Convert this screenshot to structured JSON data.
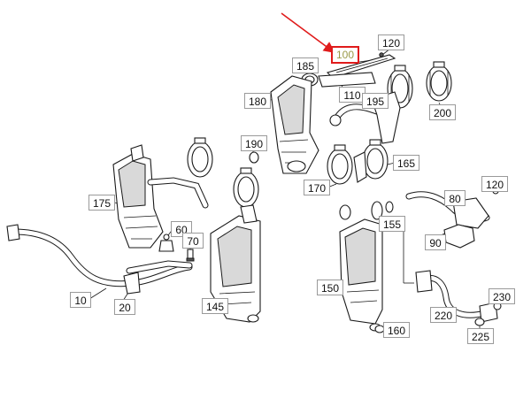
{
  "diagram": {
    "highlight_color": "#e01b1b",
    "labels": {
      "l100": "100",
      "l120a": "120",
      "l185": "185",
      "l110": "110",
      "l180": "180",
      "l195": "195",
      "l200": "200",
      "l190": "190",
      "l165": "165",
      "l170": "170",
      "l175": "175",
      "l60": "60",
      "l70": "70",
      "l80": "80",
      "l120b": "120",
      "l155": "155",
      "l90": "90",
      "l150": "150",
      "l145": "145",
      "l10": "10",
      "l20": "20",
      "l230": "230",
      "l220": "220",
      "l225": "225",
      "l160": "160"
    }
  }
}
